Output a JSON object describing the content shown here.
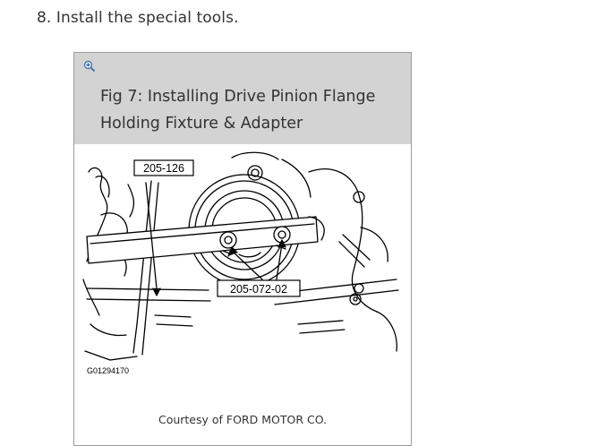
{
  "step": {
    "text": "8. Install the special tools."
  },
  "figure": {
    "title_line1": "Fig 7: Installing Drive Pinion Flange",
    "title_line2": "Holding Fixture & Adapter",
    "callout_top": "205-126",
    "callout_bottom": "205-072-02",
    "image_code": "G01294170",
    "courtesy": "Courtesy of FORD MOTOR CO."
  },
  "icons": {
    "zoom": "zoom-in-icon"
  }
}
